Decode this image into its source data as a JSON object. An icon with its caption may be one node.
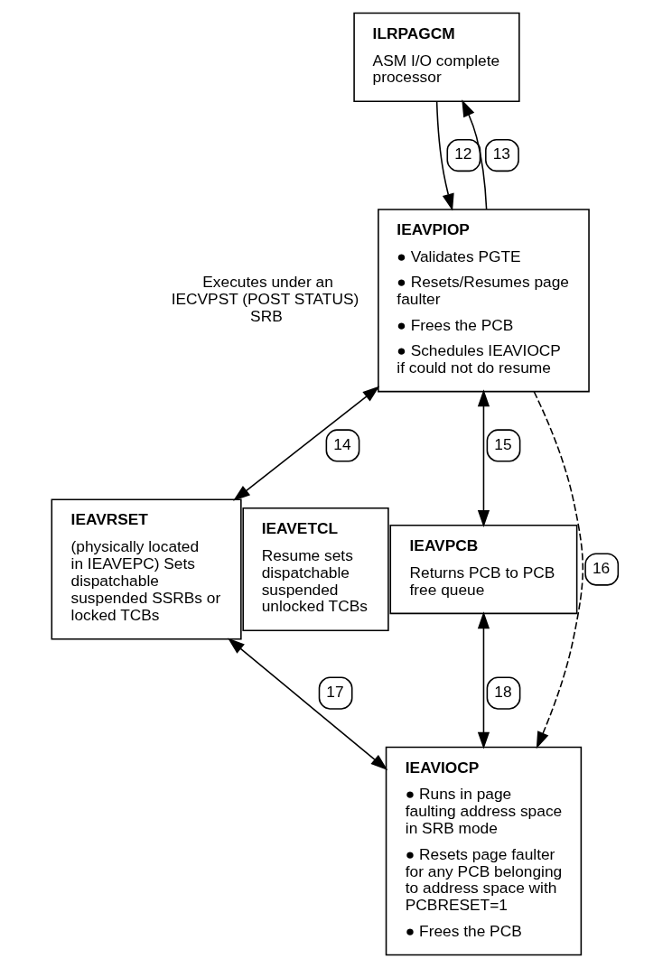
{
  "diagram": {
    "nodes": [
      {
        "text": [
          "ILRPAGCM",
          "ASM I/O complete processor"
        ]
      },
      {
        "text": [
          "IEAVPIOP",
          "● Validates PGTE",
          "● Resets/Resumes page faulter",
          "● Frees the PCB",
          "● Schedules IEAVIOCP if could not do resume"
        ]
      },
      {
        "text": [
          "IEAVETCL",
          "Resume sets dispatchable suspended unlocked TCBs"
        ]
      },
      {
        "text": [
          "IEAVRSET",
          "(physically located in IEAVEPC) Sets dispatchable suspended SSRBs or locked TCBs"
        ]
      },
      {
        "text": [
          "IEAVPCB",
          "Returns PCB to PCB free queue"
        ]
      },
      {
        "text": [
          "IEAVIOCP",
          "● Runs in page faulting address space in SRB mode",
          "● Resets page faulter for any PCB belonging to address space with PCBRESET=1",
          "● Frees the PCB"
        ]
      }
    ],
    "edges": [
      {
        "from": 0,
        "to": 1,
        "arrow": "to",
        "label": "12"
      },
      {
        "from": 1,
        "to": 0,
        "arrow": "to",
        "label": "13"
      },
      {
        "from": 1,
        "to": 3,
        "arrow": "both",
        "label": "14"
      },
      {
        "from": 1,
        "to": 4,
        "arrow": "both",
        "label": "15"
      },
      {
        "from": 1,
        "to": 5,
        "arrow": "to",
        "label": "16",
        "style": "dashed"
      },
      {
        "from": 3,
        "to": 5,
        "arrow": "both",
        "label": "17"
      },
      {
        "from": 4,
        "to": 5,
        "arrow": "both",
        "label": "18"
      }
    ],
    "labels": [
      "Executes under an IECVPST (POST STATUS) SRB"
    ]
  }
}
